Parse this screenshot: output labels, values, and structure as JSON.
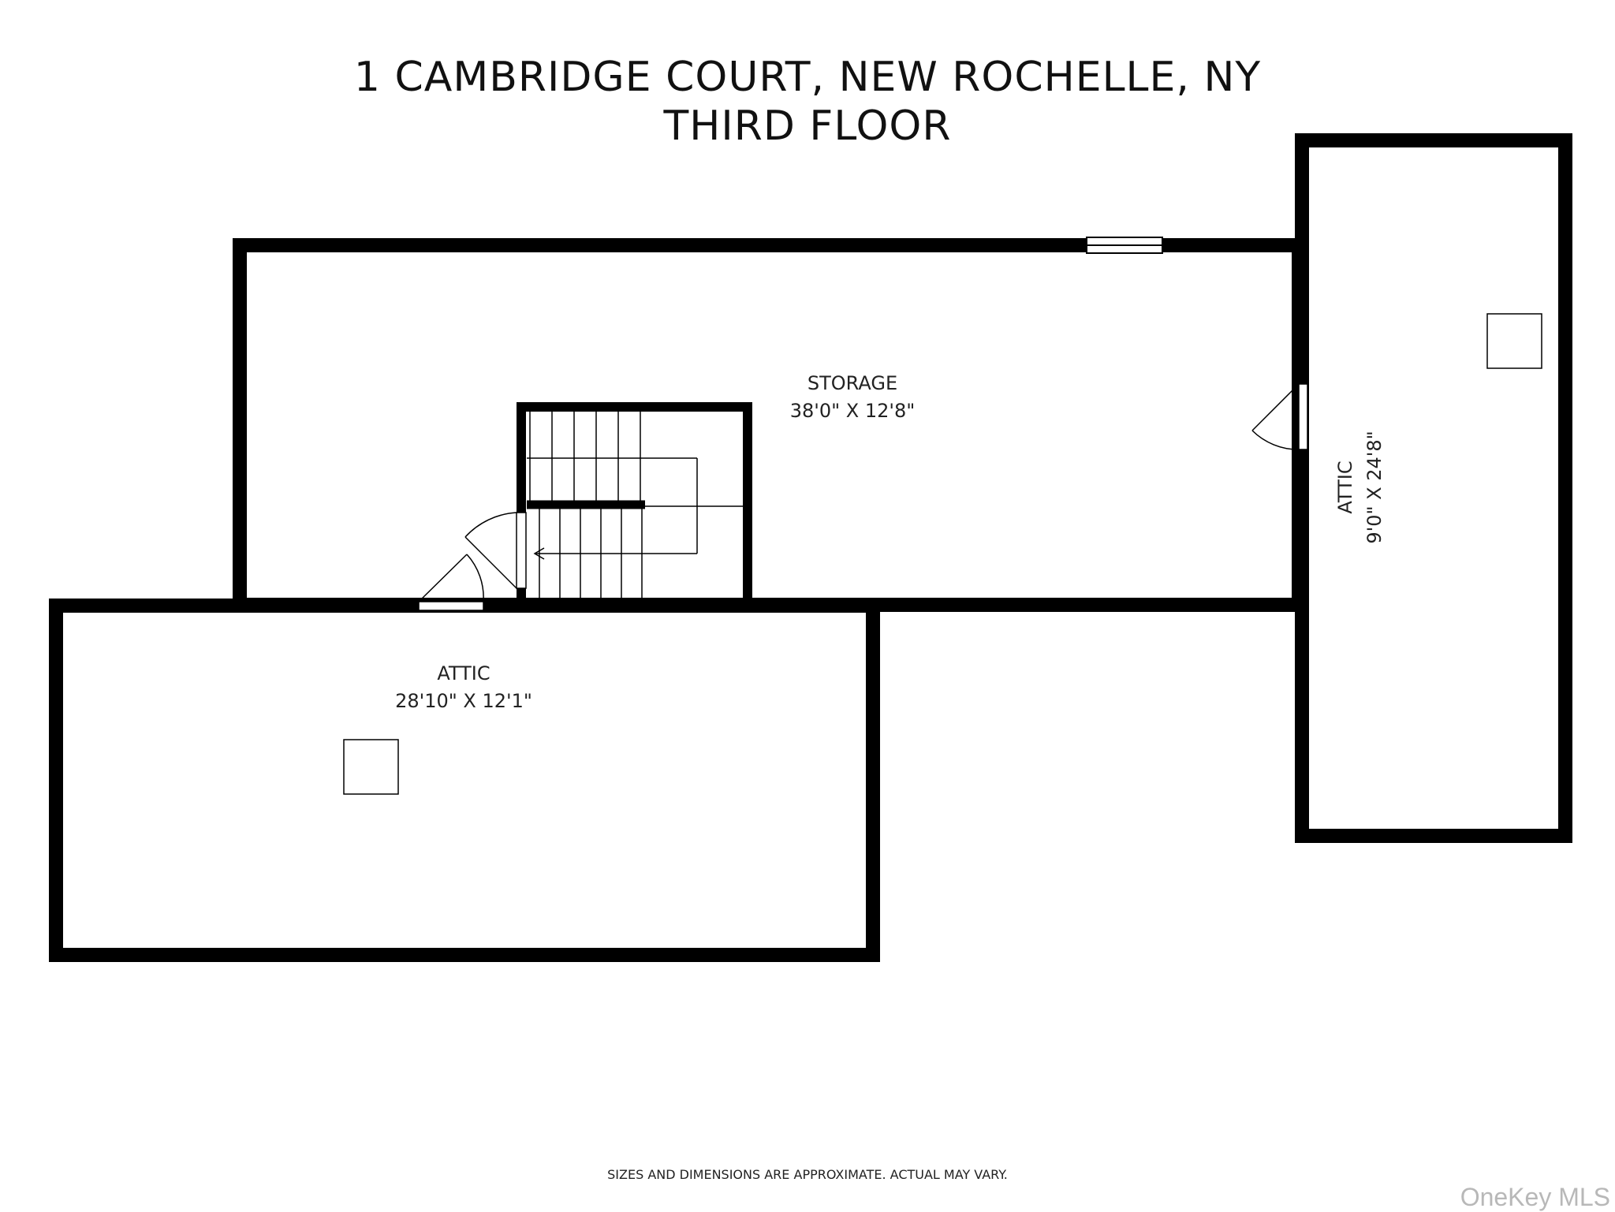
{
  "header": {
    "address": "1 CAMBRIDGE COURT, NEW ROCHELLE, NY",
    "floor": "THIRD FLOOR"
  },
  "rooms": [
    {
      "name": "STORAGE",
      "dimensions": "38'0\" X 12'8\""
    },
    {
      "name": "ATTIC",
      "dimensions": "28'10\" X 12'1\""
    },
    {
      "name": "ATTIC",
      "dimensions": "9'0\" X 24'8\""
    }
  ],
  "footer": {
    "disclaimer": "SIZES AND DIMENSIONS ARE APPROXIMATE. ACTUAL MAY VARY.",
    "watermark": "OneKey MLS"
  },
  "colors": {
    "wall": "#000000",
    "background": "#ffffff",
    "watermark": "#b8b8b8"
  }
}
